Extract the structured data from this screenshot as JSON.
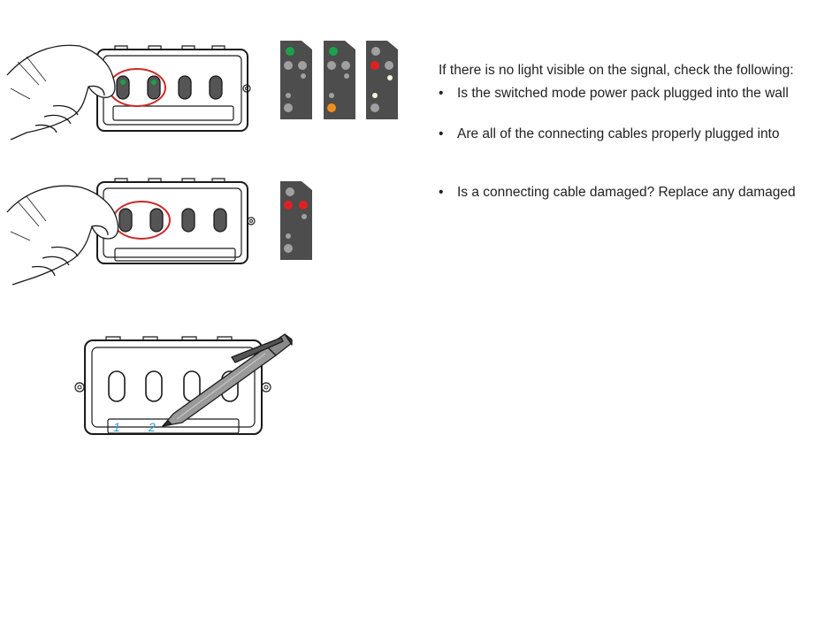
{
  "instructions": {
    "intro": "If there is no light visible on the signal, check the following:",
    "bullets": [
      "Is the switched mode power pack plugged into the wall",
      "Are all of the connecting cables properly plugged into",
      "Is a connecting cable damaged? Replace any damaged"
    ],
    "bullet_glyph": "•"
  },
  "illustrations": {
    "label_numbers": [
      "1",
      "2"
    ]
  },
  "colors": {
    "signal_body": "#4d4d4d",
    "lamp_off": "#a0a0a0",
    "lamp_green": "#1aa34a",
    "lamp_red": "#e02020",
    "lamp_orange": "#f0901a",
    "lamp_white": "#f5f5dc",
    "highlight_ring": "#cc2a2a",
    "label_ink": "#2aa0d8"
  }
}
